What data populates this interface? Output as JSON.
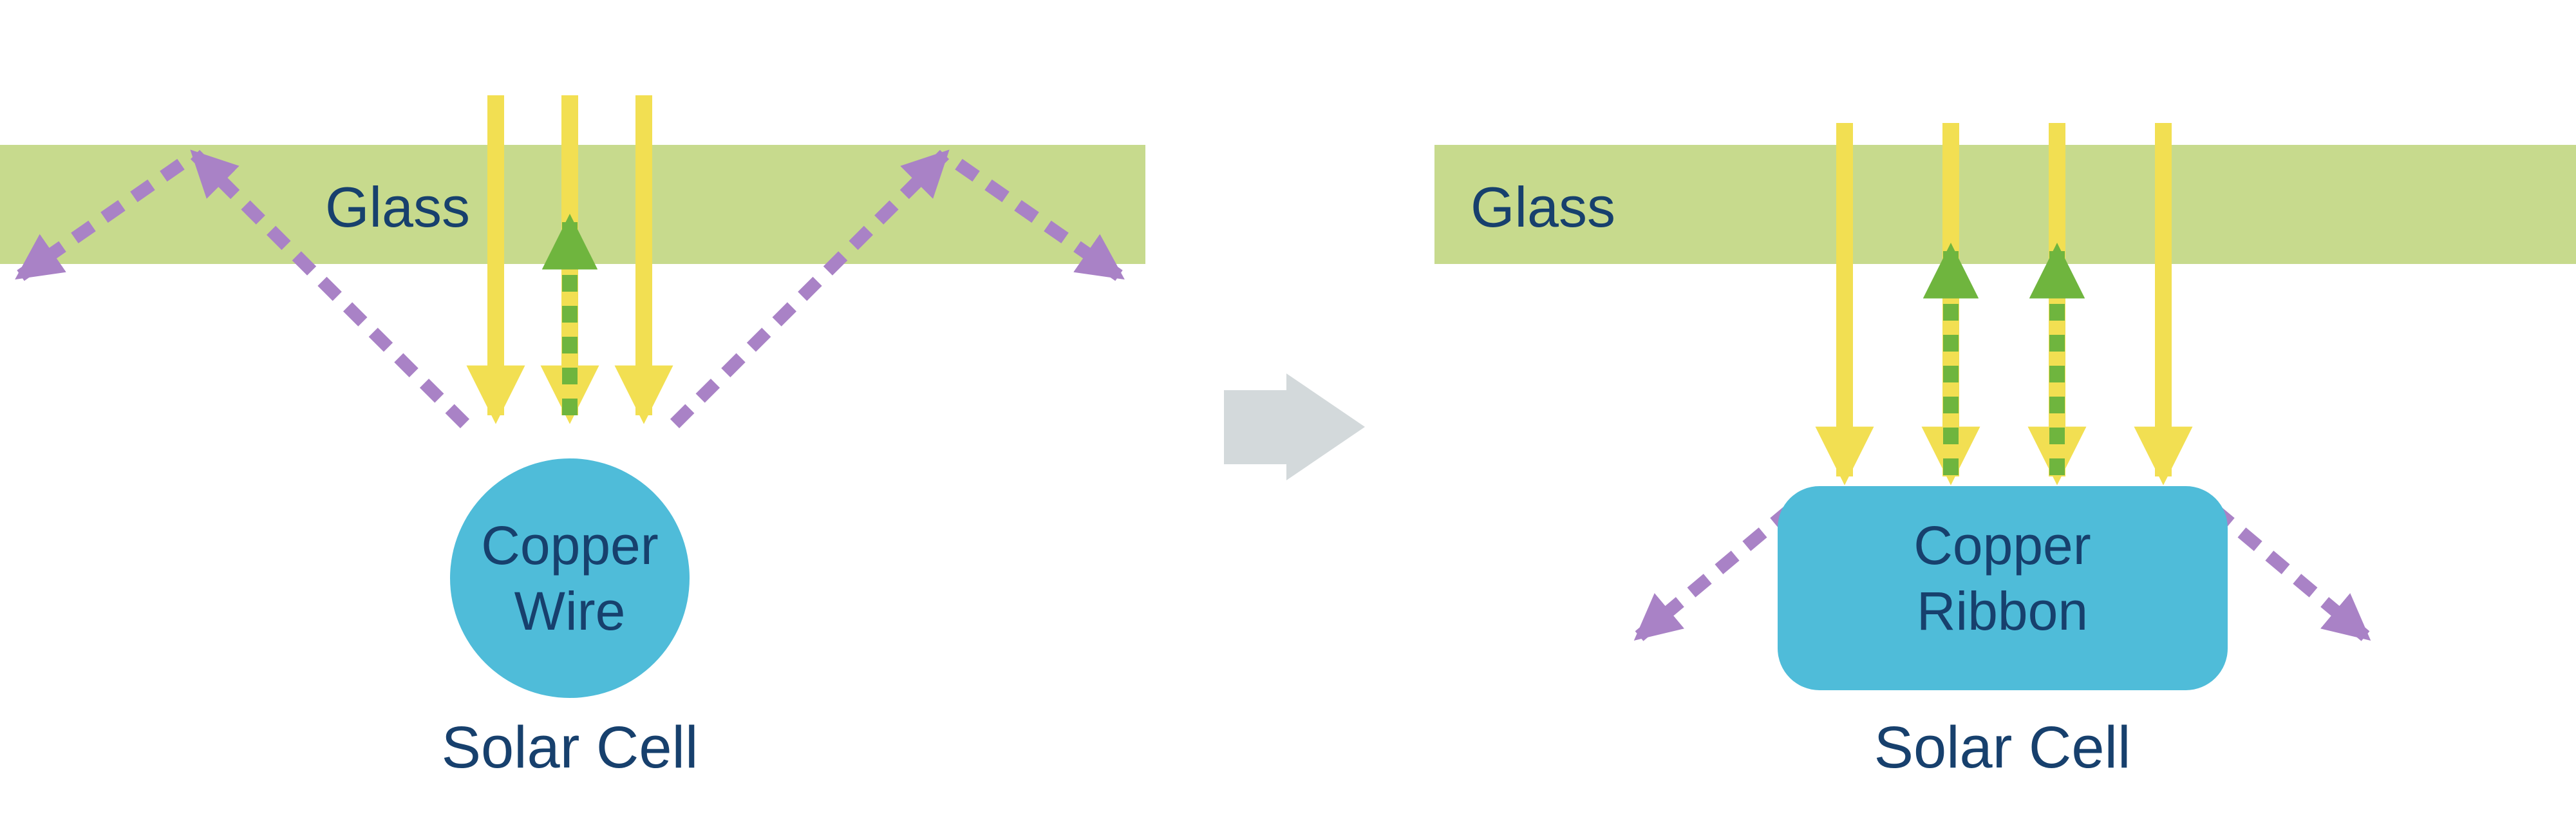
{
  "colors": {
    "glass_green": "#c7da8d",
    "text_navy": "#17406d",
    "light_yellow": "#f2df52",
    "reflect_green": "#6fb53e",
    "scatter_purple": "#a982c6",
    "copper_cyan": "#4fbcd9",
    "transform_gray": "#d3d9db"
  },
  "left": {
    "glass_label": "Glass",
    "conductor_line1": "Copper",
    "conductor_line2": "Wire",
    "cell_label": "Solar Cell"
  },
  "right": {
    "glass_label": "Glass",
    "conductor_line1": "Copper",
    "conductor_line2": "Ribbon",
    "cell_label": "Solar Cell"
  }
}
